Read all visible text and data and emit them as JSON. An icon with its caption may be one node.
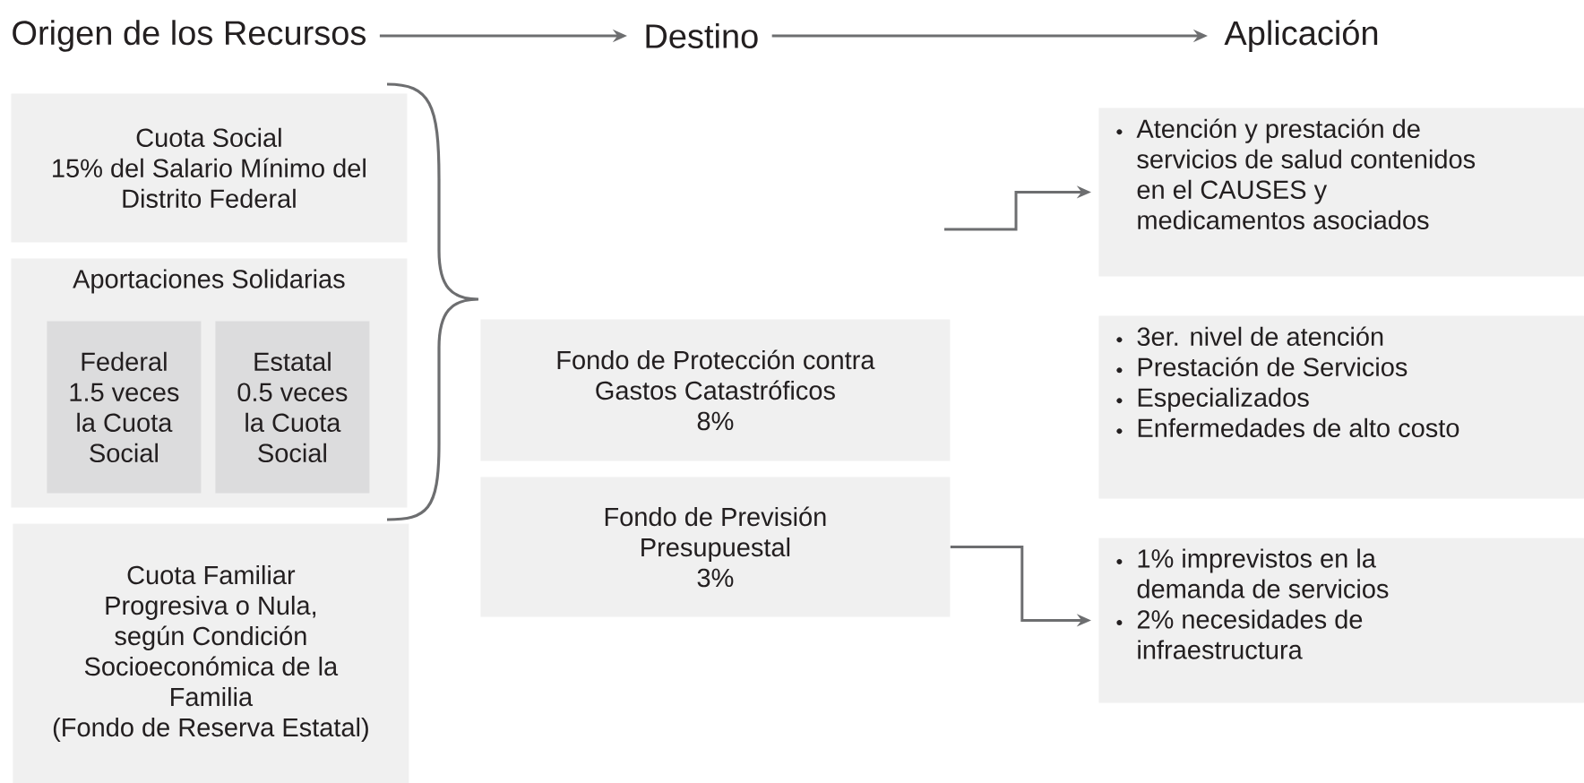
{
  "diagram": {
    "nodes": [
      {
        "text": [
          "Origen de los Recursos"
        ]
      },
      {
        "text": [
          "Destino"
        ]
      },
      {
        "text": [
          "Aplicación"
        ]
      },
      {
        "text": [
          "Cuota Social",
          "15% del Salario Mínimo del Distrito Federal"
        ]
      },
      {
        "text": [
          "Aportaciones Solidarias"
        ]
      },
      {
        "text": [
          "Federal",
          "1.5 veces la Cuota Social"
        ],
        "in": 4
      },
      {
        "text": [
          "Estatal",
          "0.5 veces la Cuota Social"
        ],
        "in": 4
      },
      {
        "text": [
          "Cuota Familiar Progresiva o Nula, según Condición Socioeconómica de la Familia",
          "(Fondo de Reserva Estatal)"
        ]
      },
      {
        "text": [
          "Fondo de Protección contra Gastos Catastróficos",
          "8%"
        ]
      },
      {
        "text": [
          "Fondo de Previsión Presupuestal",
          "3%"
        ]
      },
      {
        "text": [
          "Atención y prestación de servicios de salud contenidos en el CAUSES y medicamentos asociados"
        ]
      },
      {
        "text": [
          "3er. nivel de atención",
          "Prestación de Servicios",
          "Especializados",
          "Enfermedades de alto costo"
        ]
      },
      {
        "text": [
          "1% imprevistos en la demanda de servicios",
          "2% necesidades de infraestructura"
        ]
      }
    ],
    "edges": [
      {
        "from": 0,
        "to": 1,
        "arrow": "to"
      },
      {
        "from": 1,
        "to": 2,
        "arrow": "to"
      },
      {
        "from": null,
        "to": 10,
        "arrow": "to"
      },
      {
        "from": 9,
        "to": 12,
        "arrow": "to"
      }
    ]
  }
}
